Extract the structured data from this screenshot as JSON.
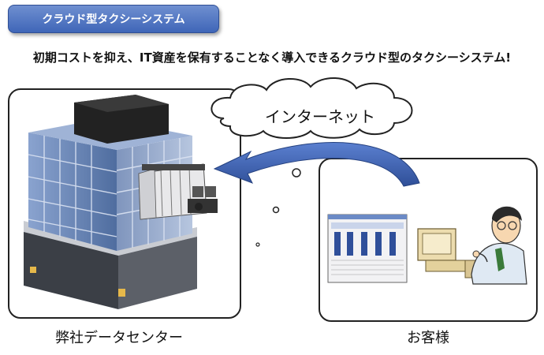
{
  "header": {
    "title": "クラウド型タクシーシステム"
  },
  "headline": "初期コストを抑え、IT資産を保有することなく導入できるクラウド型のタクシーシステム!",
  "cloud": {
    "label": "インターネット"
  },
  "datacenter": {
    "caption": "弊社データセンター"
  },
  "customer": {
    "caption": "お客様"
  },
  "colors": {
    "title_bg": "#4a6fc0",
    "arrow": "#3e62b4",
    "building_glass": "#6f88b8"
  }
}
